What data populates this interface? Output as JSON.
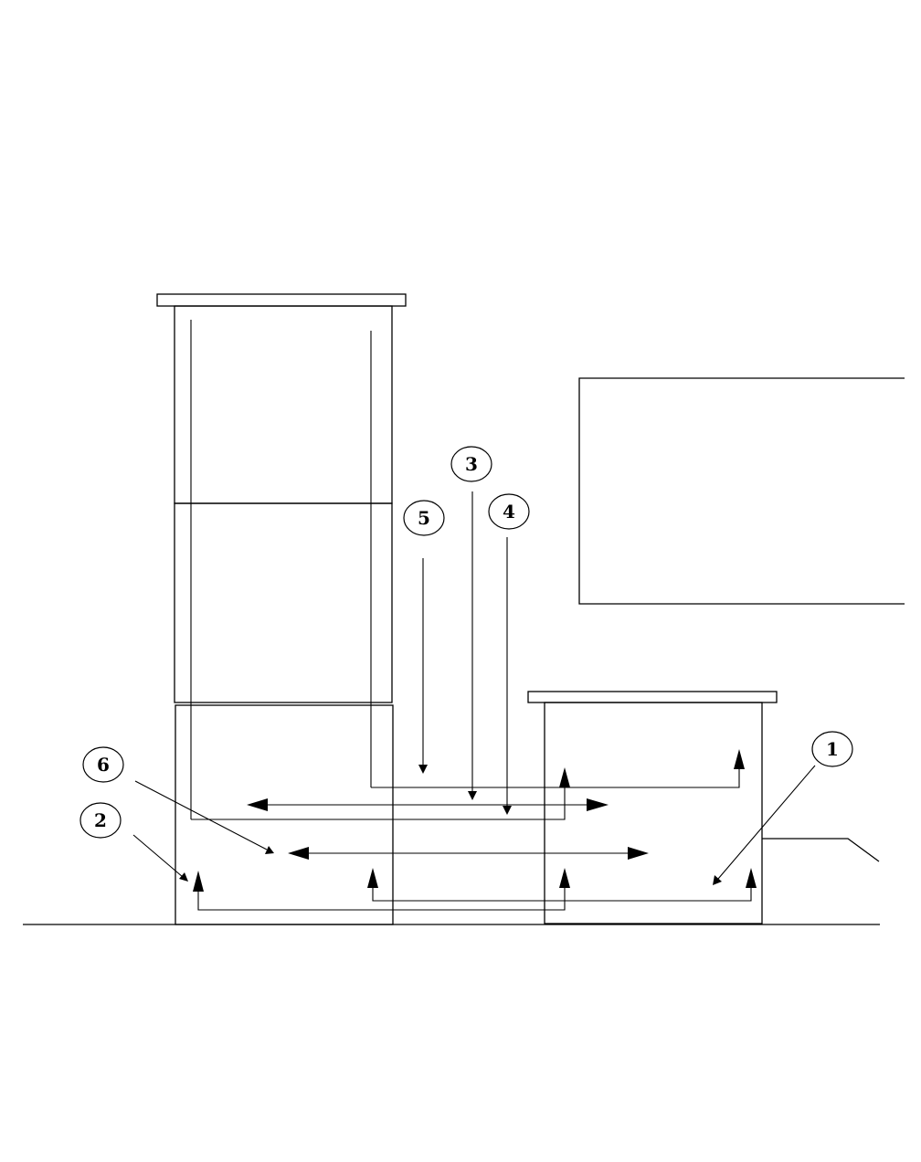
{
  "callouts": [
    {
      "label": "1"
    },
    {
      "label": "2"
    },
    {
      "label": "3"
    },
    {
      "label": "4"
    },
    {
      "label": "5"
    },
    {
      "label": "6"
    }
  ],
  "colors": {
    "stroke": "#000000",
    "background": "#ffffff"
  }
}
